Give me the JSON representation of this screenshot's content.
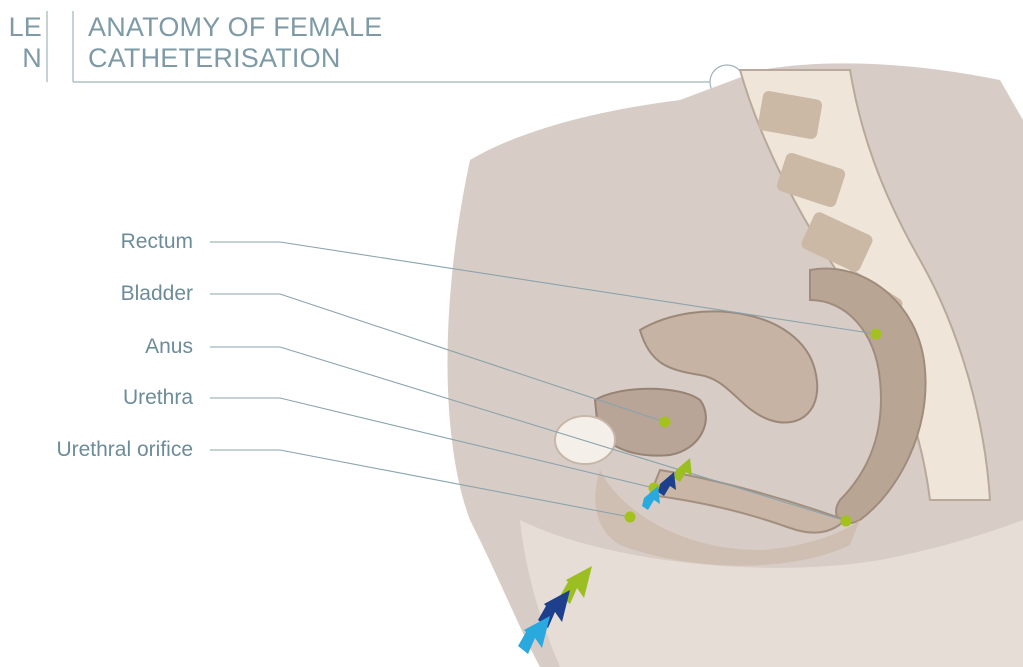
{
  "header": {
    "previous_title": "LE\nN",
    "title": "ANATOMY OF FEMALE\nCATHETERISATION"
  },
  "labels": {
    "rectum": "Rectum",
    "bladder": "Bladder",
    "anus": "Anus",
    "urethra": "Urethra",
    "urethral_orifice": "Urethral orifice"
  },
  "colors": {
    "title_text": "#7d9aa6",
    "label_text": "#6d8c99",
    "leader_line": "#8aa3ad",
    "marker_dot": "#a3c21d",
    "arrow_green": "#9bbf22",
    "arrow_navy": "#1d3f8c",
    "arrow_cyan": "#2aa9df",
    "tissue": "#d9cfc8"
  },
  "icons": [
    "circle-marker-icon",
    "direction-arrows-icon"
  ]
}
